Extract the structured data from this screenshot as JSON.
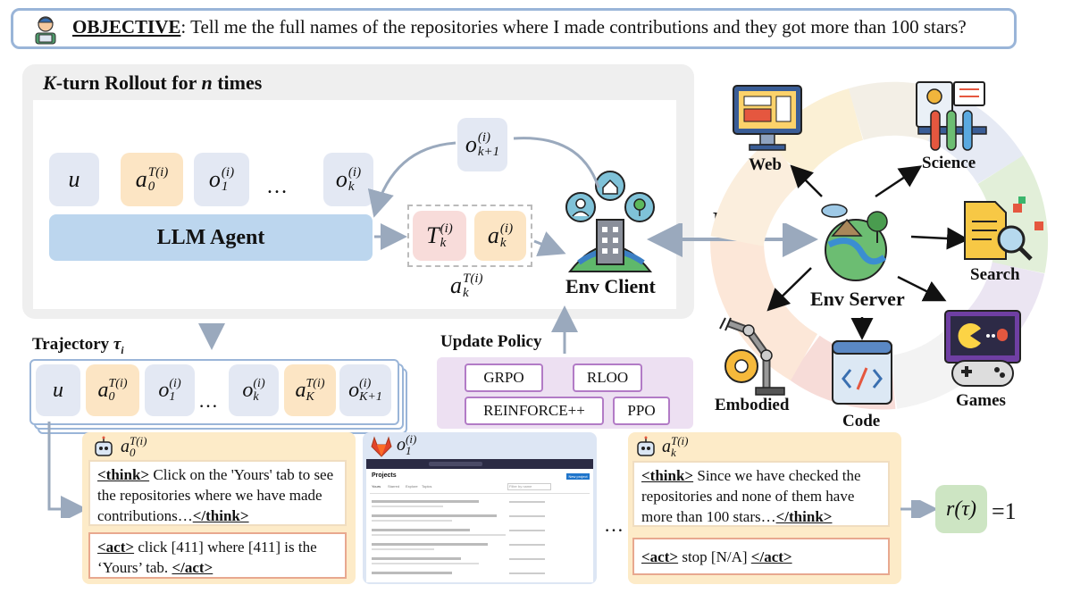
{
  "objective": {
    "label": "OBJECTIVE",
    "text": ": Tell me the full names of the repositories where I made contributions and they got more than 100 stars?"
  },
  "rollout": {
    "title_k": "K",
    "title_mid": "-turn Rollout for ",
    "title_n": "n",
    "title_end": " times"
  },
  "tokens": {
    "u": "u",
    "a0": "a",
    "a0_sup": "T(i)",
    "a0_sub": "0",
    "o1": "o",
    "o1_sup": "(i)",
    "o1_sub": "1",
    "ellipsis": "…",
    "ok": "o",
    "ok_sup": "(i)",
    "ok_sub": "k",
    "okp1": "o",
    "okp1_sup": "(i)",
    "okp1_sub": "k+1",
    "Tk": "T",
    "Tk_sup": "(i)",
    "Tk_sub": "k",
    "ak": "a",
    "ak_sup": "(i)",
    "ak_sub": "k",
    "akT": "a",
    "akT_sup": "T(i)",
    "akT_sub": "k"
  },
  "agent": "LLM Agent",
  "env_client": "Env Client",
  "http": "HTTP",
  "env_server": "Env Server",
  "envs": {
    "web": "Web",
    "science": "Science",
    "search": "Search",
    "games": "Games",
    "code": "Code",
    "embodied": "Embodied"
  },
  "trajectory": {
    "label": "Trajectory ",
    "tau": "τ",
    "tau_sub": "i",
    "aK_sub": "K",
    "oK1_sub": "K+1"
  },
  "update_policy": "Update Policy",
  "policies": [
    "GRPO",
    "RLOO",
    "REINFORCE++",
    "PPO"
  ],
  "step0": {
    "think_open": "<think>",
    "think_text": " Click on the 'Yours' tab to see the repositories where we have made contributions…",
    "think_close": "</think>",
    "act_open": "<act>",
    "act_text": " click [411] where [411] is the ‘Yours’ tab. ",
    "act_close": "</act>"
  },
  "stepk": {
    "think_open": "<think>",
    "think_text": " Since we have checked the repositories and none of them have more than 100 stars…",
    "think_close": "</think>",
    "act_open": "<act>",
    "act_text": "  stop [N/A] ",
    "act_close": "</act>"
  },
  "screenshot": {
    "title": "Projects",
    "tabs": [
      "Yours",
      "Starred",
      "Explore",
      "Topics"
    ],
    "filter": "Filter by name",
    "new_btn": "New project"
  },
  "reward": {
    "expr": "r(τ)",
    "eq": "=1"
  },
  "middle_ellipsis": "…",
  "colors": {
    "agent": "#bcd6ee",
    "rollout_bg": "#efefef",
    "card": "#fdebc8",
    "policy_bg": "#ede0f2",
    "reward_bg": "#cde5c3",
    "objective_border": "#9ab5d8"
  }
}
